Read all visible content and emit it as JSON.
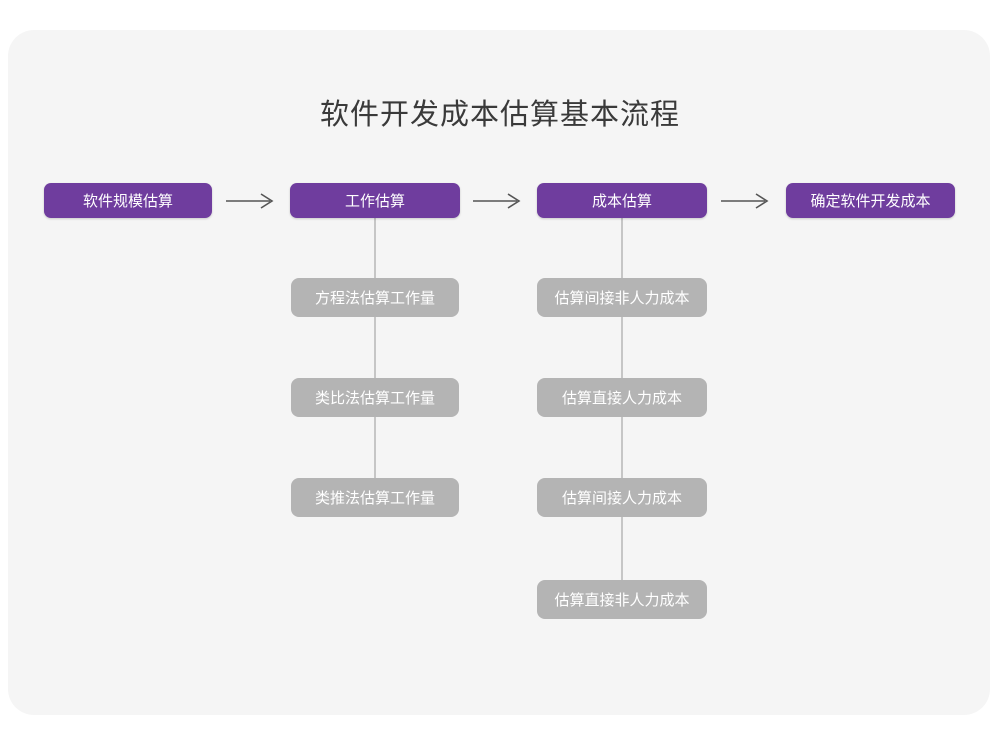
{
  "diagram": {
    "title": "软件开发成本估算基本流程",
    "type": "flowchart",
    "colors": {
      "page_background": "#ffffff",
      "card_background": "#f5f5f5",
      "primary_node": "#6f3d9e",
      "sub_node": "#b4b4b4",
      "node_text": "#ffffff",
      "title_text": "#3a3a3a",
      "connector": "#c6c6c6",
      "arrow": "#555555"
    },
    "main_flow": [
      {
        "id": "p0",
        "label": "软件规模估算"
      },
      {
        "id": "p1",
        "label": "工作估算"
      },
      {
        "id": "p2",
        "label": "成本估算"
      },
      {
        "id": "p3",
        "label": "确定软件开发成本"
      }
    ],
    "arrows": [
      {
        "id": "a0",
        "glyph": "→",
        "from": "软件规模估算",
        "to": "工作估算"
      },
      {
        "id": "a1",
        "glyph": "→",
        "from": "工作估算",
        "to": "成本估算"
      },
      {
        "id": "a2",
        "glyph": "→",
        "from": "成本估算",
        "to": "确定软件开发成本"
      }
    ],
    "branches": [
      {
        "parent": "工作估算",
        "items": [
          {
            "label": "方程法估算工作量"
          },
          {
            "label": "类比法估算工作量"
          },
          {
            "label": "类推法估算工作量"
          }
        ]
      },
      {
        "parent": "成本估算",
        "items": [
          {
            "label": "估算间接非人力成本"
          },
          {
            "label": "估算直接人力成本"
          },
          {
            "label": "估算间接人力成本"
          },
          {
            "label": "估算直接非人力成本"
          }
        ]
      }
    ]
  }
}
